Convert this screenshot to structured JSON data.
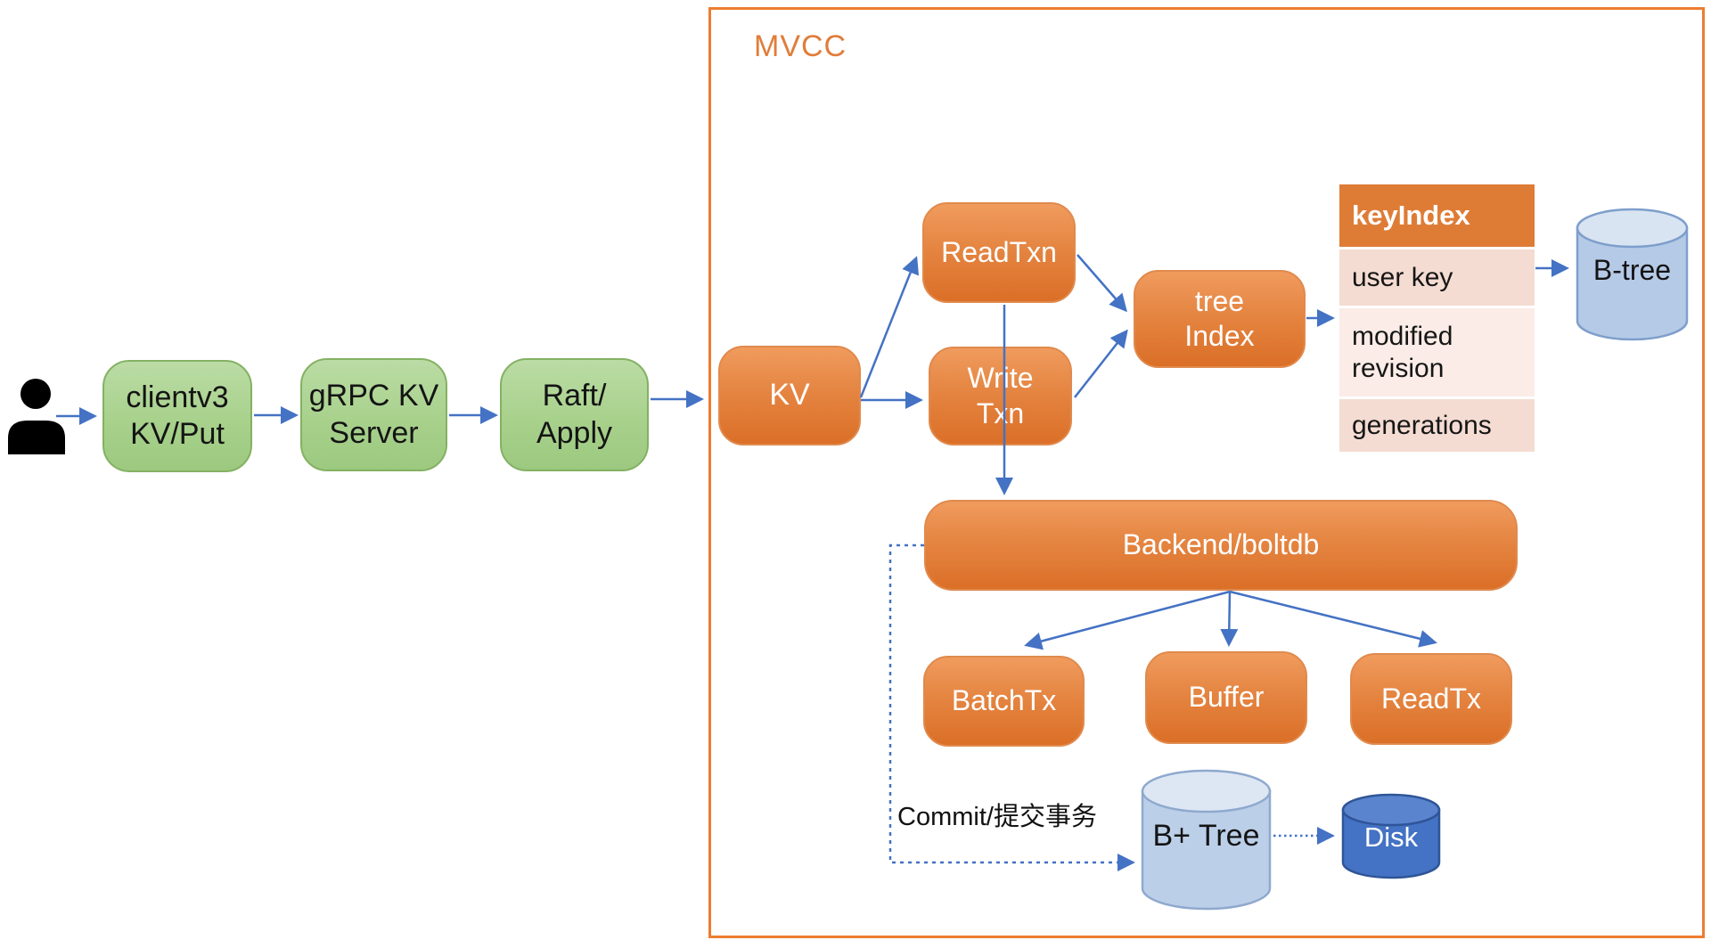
{
  "region": {
    "label": "MVCC"
  },
  "actor": {
    "icon": "user-silhouette"
  },
  "nodes": {
    "clientv3": "clientv3\nKV/Put",
    "grpc": "gRPC KV\nServer",
    "raft": "Raft/\nApply",
    "kv": "KV",
    "read_txn": "ReadTxn",
    "write_txn": "Write\nTxn",
    "tree_index": "tree\nIndex",
    "btree": "B-tree",
    "backend": "Backend/boltdb",
    "batch_tx": "BatchTx",
    "buffer": "Buffer",
    "read_tx": "ReadTx",
    "bplus_tree": "B+ Tree",
    "disk": "Disk"
  },
  "table": {
    "header": "keyIndex",
    "rows": [
      "user key",
      "modified\nrevision",
      "generations"
    ]
  },
  "labels": {
    "commit": "Commit/提交事务"
  },
  "colors": {
    "region_border": "#ED7D31",
    "node_orange": "#DC7128",
    "node_green": "#A9D18E",
    "arrow_blue": "#4472C4",
    "table_header_orange": "#DE7C36",
    "table_row_pink": "#F4DCD2",
    "table_row_pink_light": "#FBECE7",
    "cylinder_light_blue": "#B5CAE7",
    "cylinder_dark_blue": "#4472C4",
    "actor_black": "#000000"
  }
}
